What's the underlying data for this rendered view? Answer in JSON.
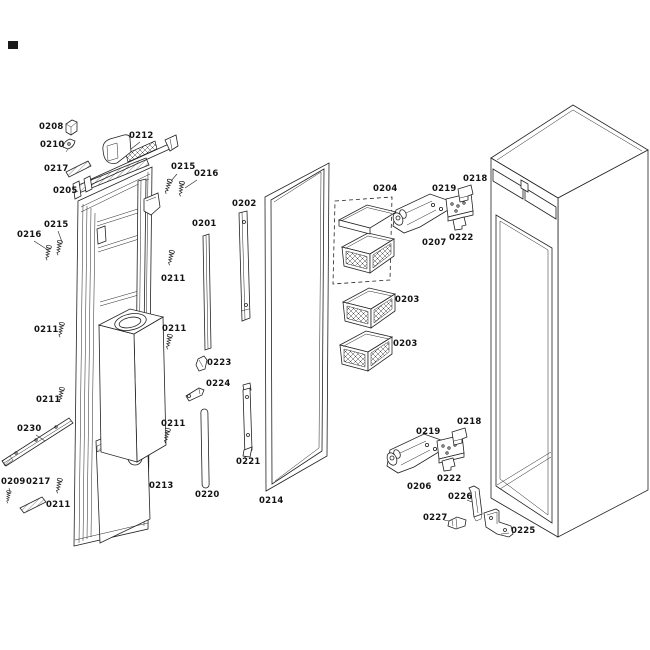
{
  "diagram": {
    "title": "Refrigerator door exploded parts diagram",
    "colors": {
      "line": "#222222",
      "background": "#ffffff"
    },
    "labels": [
      {
        "text": "0208"
      },
      {
        "text": "0210"
      },
      {
        "text": "0212"
      },
      {
        "text": "0217"
      },
      {
        "text": "0205"
      },
      {
        "text": "0215"
      },
      {
        "text": "0216"
      },
      {
        "text": "0202"
      },
      {
        "text": "0201"
      },
      {
        "text": "0215"
      },
      {
        "text": "0216"
      },
      {
        "text": "0211"
      },
      {
        "text": "0211"
      },
      {
        "text": "0211"
      },
      {
        "text": "0211"
      },
      {
        "text": "0230"
      },
      {
        "text": "0223"
      },
      {
        "text": "0224"
      },
      {
        "text": "0211"
      },
      {
        "text": "0209"
      },
      {
        "text": "0217"
      },
      {
        "text": "0211"
      },
      {
        "text": "0213"
      },
      {
        "text": "0220"
      },
      {
        "text": "0221"
      },
      {
        "text": "0214"
      },
      {
        "text": "0204"
      },
      {
        "text": "0219"
      },
      {
        "text": "0218"
      },
      {
        "text": "0207"
      },
      {
        "text": "0222"
      },
      {
        "text": "0203"
      },
      {
        "text": "0203"
      },
      {
        "text": "0219"
      },
      {
        "text": "0218"
      },
      {
        "text": "0222"
      },
      {
        "text": "0206"
      },
      {
        "text": "0226"
      },
      {
        "text": "0227"
      },
      {
        "text": "0225"
      }
    ]
  }
}
